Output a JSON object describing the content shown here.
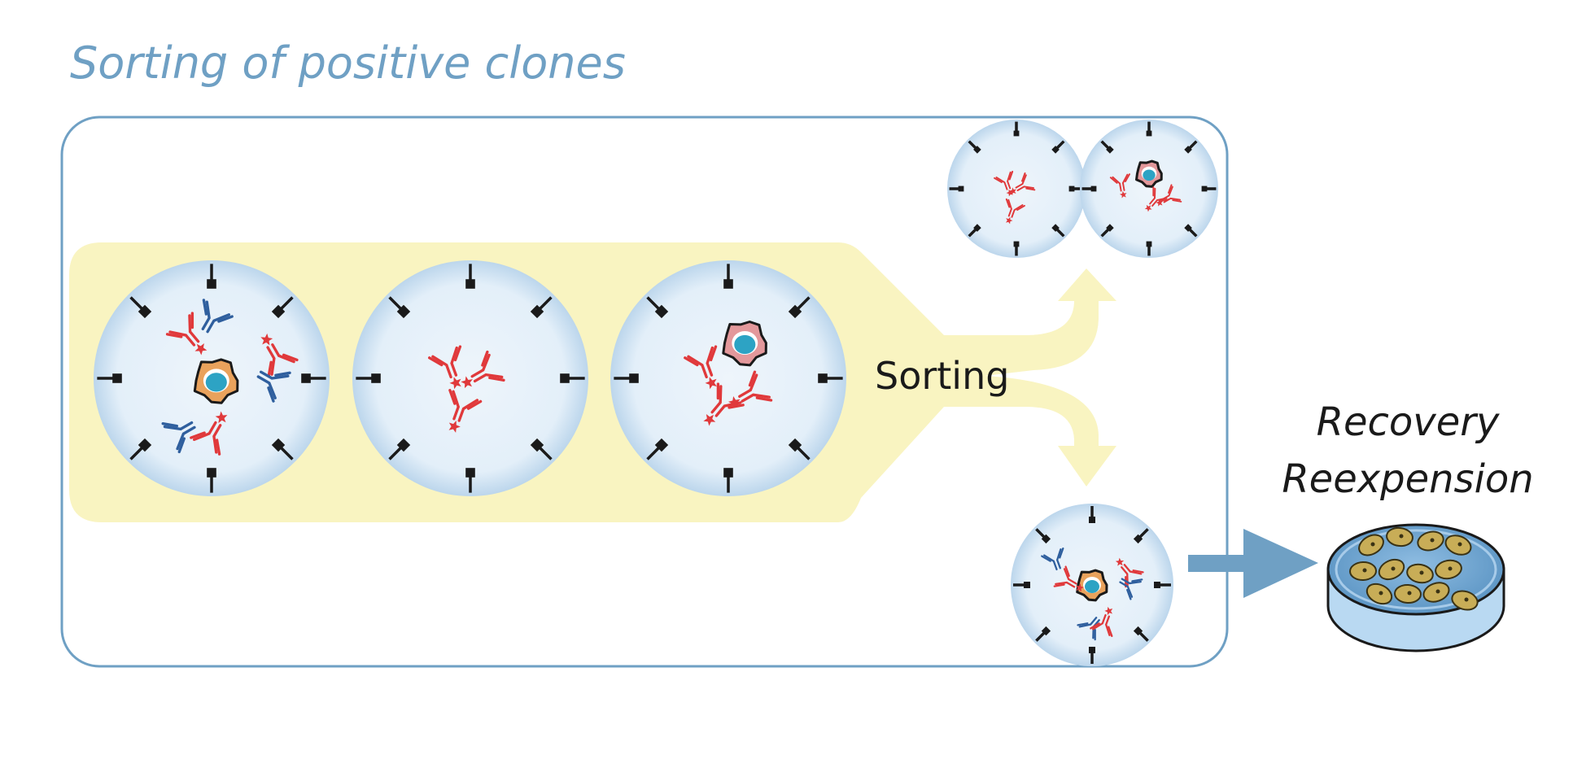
{
  "title": "Sorting of positive clones",
  "sorting_label": "Sorting",
  "recovery_label_line1": "Recovery",
  "recovery_label_line2": "Reexpension",
  "colors": {
    "title": "#6fa0c4",
    "frame_border": "#6fa0c4",
    "highlight_band": "#f9f4c1",
    "droplet_fill": "#e6f1fa",
    "capture_antibody": "#1a1a1a",
    "secreted_antibody_red": "#e0393b",
    "bound_antibody_blue": "#2f5f9e",
    "cell_orange": "#e9a25c",
    "cell_pink": "#e3989b",
    "nucleus": "#2da3c4",
    "arrow_blue": "#6fa0c4",
    "dish_fill": "#79add6",
    "colony_fill": "#c8ad57"
  },
  "icons": [
    "droplet-icon",
    "cell-icon",
    "antibody-icon",
    "capture-antibody-icon",
    "arrow-icon",
    "petri-dish-icon"
  ]
}
